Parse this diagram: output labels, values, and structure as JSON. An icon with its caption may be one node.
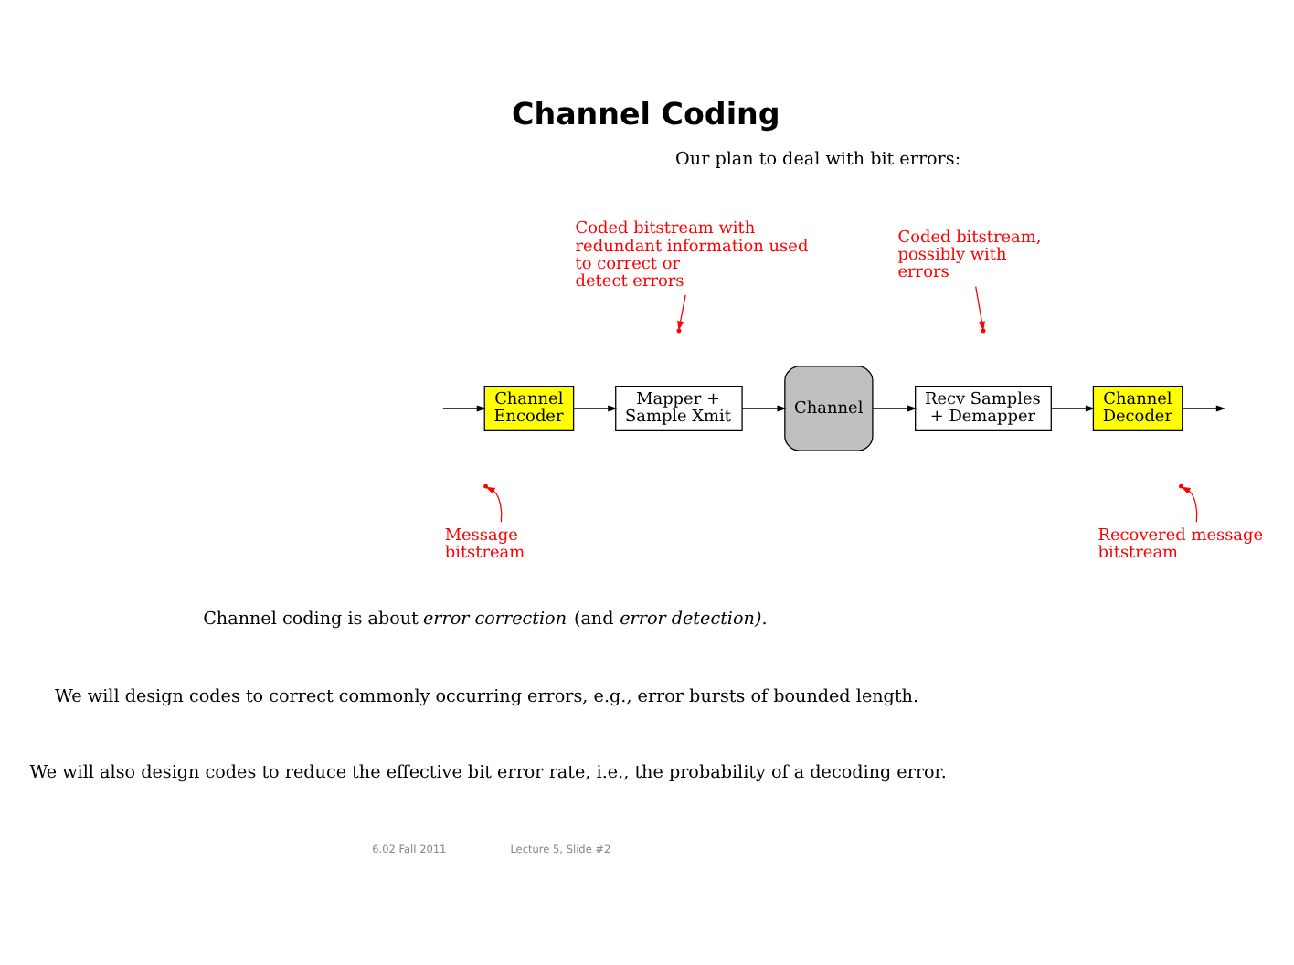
{
  "diagram": {
    "title": "Channel Coding",
    "nodes": [
      {
        "text": [
          "Coded bitstream with redundant information used to correct or detect errors"
        ]
      },
      {
        "text": [
          "Coded bitstream, possibly with errors"
        ]
      },
      {
        "text": [
          "Channel Encoder"
        ]
      },
      {
        "text": [
          "Mapper + Sample Xmit"
        ]
      },
      {
        "text": [
          "Channel"
        ]
      },
      {
        "text": [
          "Recv Samples + Demapper"
        ]
      },
      {
        "text": [
          "Channel Decoder"
        ]
      },
      {
        "text": [
          "Message bitstream"
        ]
      },
      {
        "text": [
          "Recovered message bitstream"
        ]
      }
    ],
    "edges": [
      {
        "from": null,
        "to": 2,
        "arrow": "to"
      },
      {
        "from": 2,
        "to": 3,
        "arrow": "to"
      },
      {
        "from": 3,
        "to": 4,
        "arrow": "to"
      },
      {
        "from": 4,
        "to": 5,
        "arrow": "to"
      },
      {
        "from": 5,
        "to": 6,
        "arrow": "to"
      },
      {
        "from": 6,
        "to": null,
        "arrow": "to"
      },
      {
        "from": 0,
        "to": null,
        "arrow": "to",
        "color": "#ff0000"
      },
      {
        "from": 1,
        "to": null,
        "arrow": "to",
        "color": "#ff0000"
      },
      {
        "from": 7,
        "to": null,
        "arrow": "to",
        "color": "#ff0000"
      },
      {
        "from": 8,
        "to": null,
        "arrow": "to",
        "color": "#ff0000"
      }
    ],
    "labels": [
      "Our plan to deal with bit errors:",
      "Channel coding is about *error correction* (and *error detection).*",
      "We will design codes to correct commonly occurring errors, e.g., error bursts of bounded length.",
      "We will also design codes to reduce the effective bit error rate, i.e., the probability of a decoding error.",
      "6.02 Fall 2011",
      "Lecture 5, Slide #2"
    ]
  }
}
